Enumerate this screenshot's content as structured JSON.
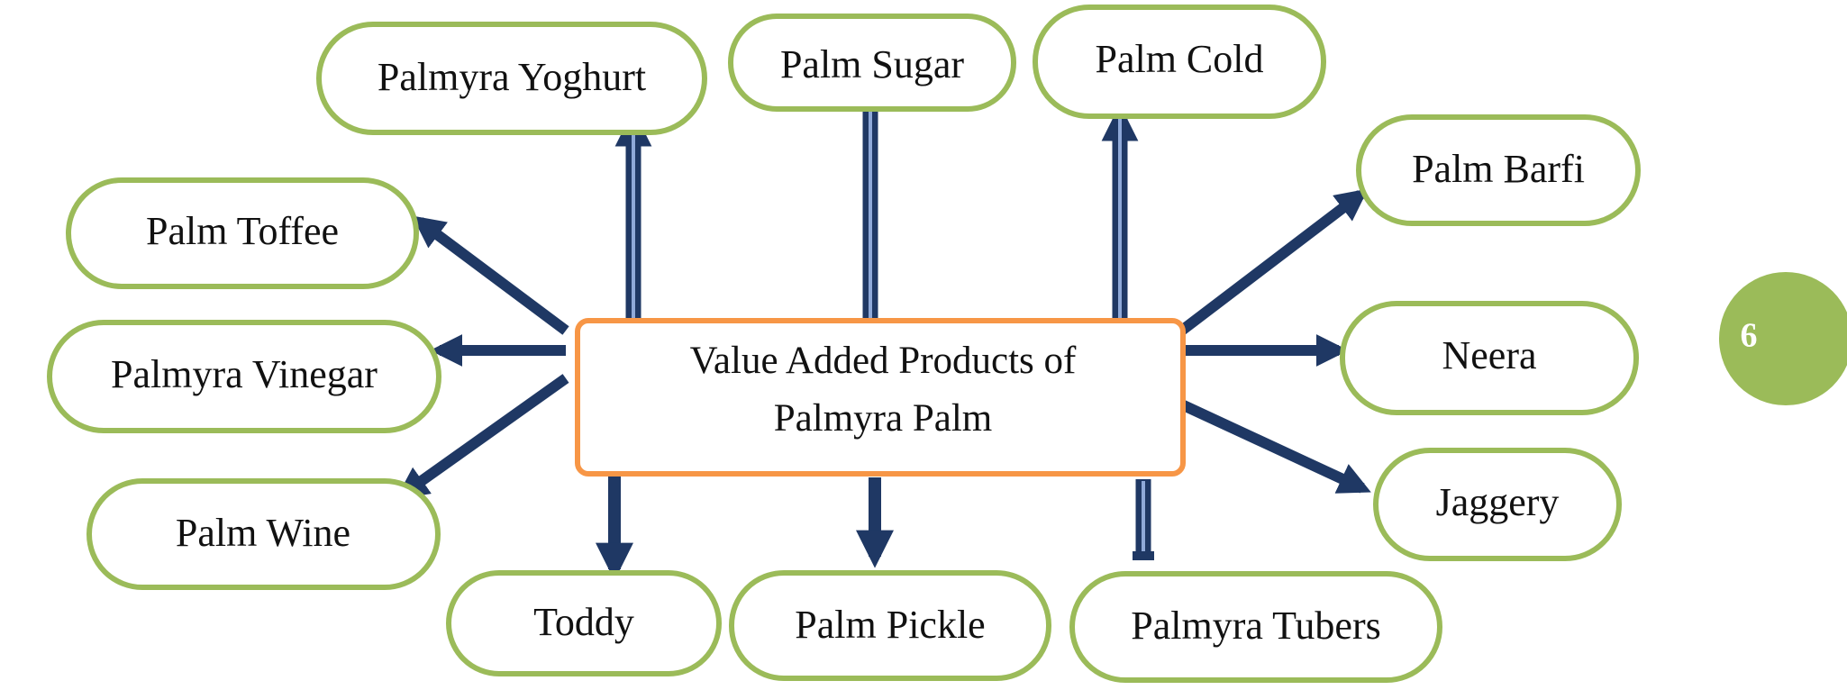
{
  "center": {
    "line1": "Value Added Products of",
    "line2": "Palmyra Palm"
  },
  "products": {
    "palmyra_yoghurt": "Palmyra Yoghurt",
    "palm_sugar": "Palm Sugar",
    "palm_cold": "Palm Cold",
    "palm_barfi": "Palm Barfi",
    "palm_toffee": "Palm Toffee",
    "palmyra_vinegar": "Palmyra Vinegar",
    "neera": "Neera",
    "palm_wine": "Palm Wine",
    "jaggery": "Jaggery",
    "toddy": "Toddy",
    "palm_pickle": "Palm Pickle",
    "palmyra_tubers": "Palmyra Tubers"
  },
  "page_number": "6",
  "colors": {
    "node_border": "#9bbb59",
    "center_border": "#f79646",
    "arrow": "#1f3864",
    "badge": "#9bbb59"
  }
}
